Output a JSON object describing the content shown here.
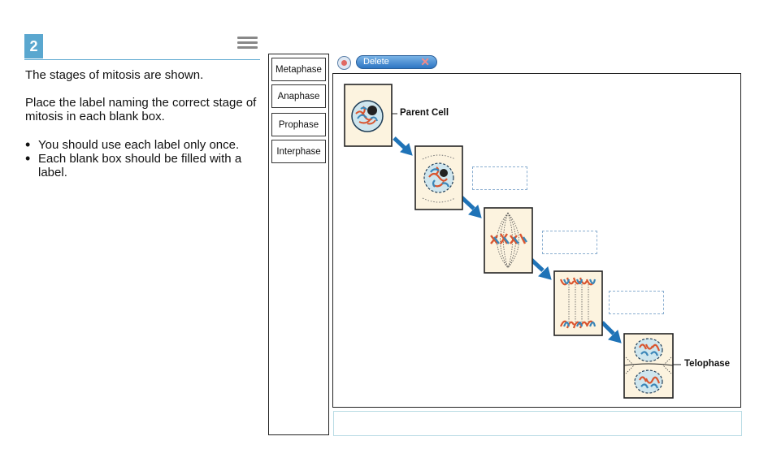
{
  "question": {
    "number": "2",
    "prompt_line1": "The stages of mitosis are shown.",
    "prompt_line2": "Place the label naming the correct stage of mitosis in each blank box.",
    "bullets": [
      "You should use each label only once.",
      "Each blank box should be filled with a label."
    ]
  },
  "menu": {
    "icon": "hamburger-menu-icon"
  },
  "label_tray": {
    "tiles": [
      "Metaphase",
      "Anaphase",
      "Prophase",
      "Interphase"
    ]
  },
  "toolbar": {
    "delete_label": "Delete",
    "delete_icon": "close-icon",
    "clear_icon": "record-icon"
  },
  "diagram": {
    "parent_label": "Parent Cell",
    "telophase_label": "Telophase",
    "drop_boxes": [
      "",
      "",
      ""
    ],
    "colors": {
      "chromosome_red": "#d9552f",
      "chromosome_blue": "#3b86b8",
      "cytoplasm": "#fcf3df",
      "nucleus": "#cfe6ee",
      "arrow": "#1f73b7"
    }
  },
  "answer_field": {
    "value": ""
  }
}
